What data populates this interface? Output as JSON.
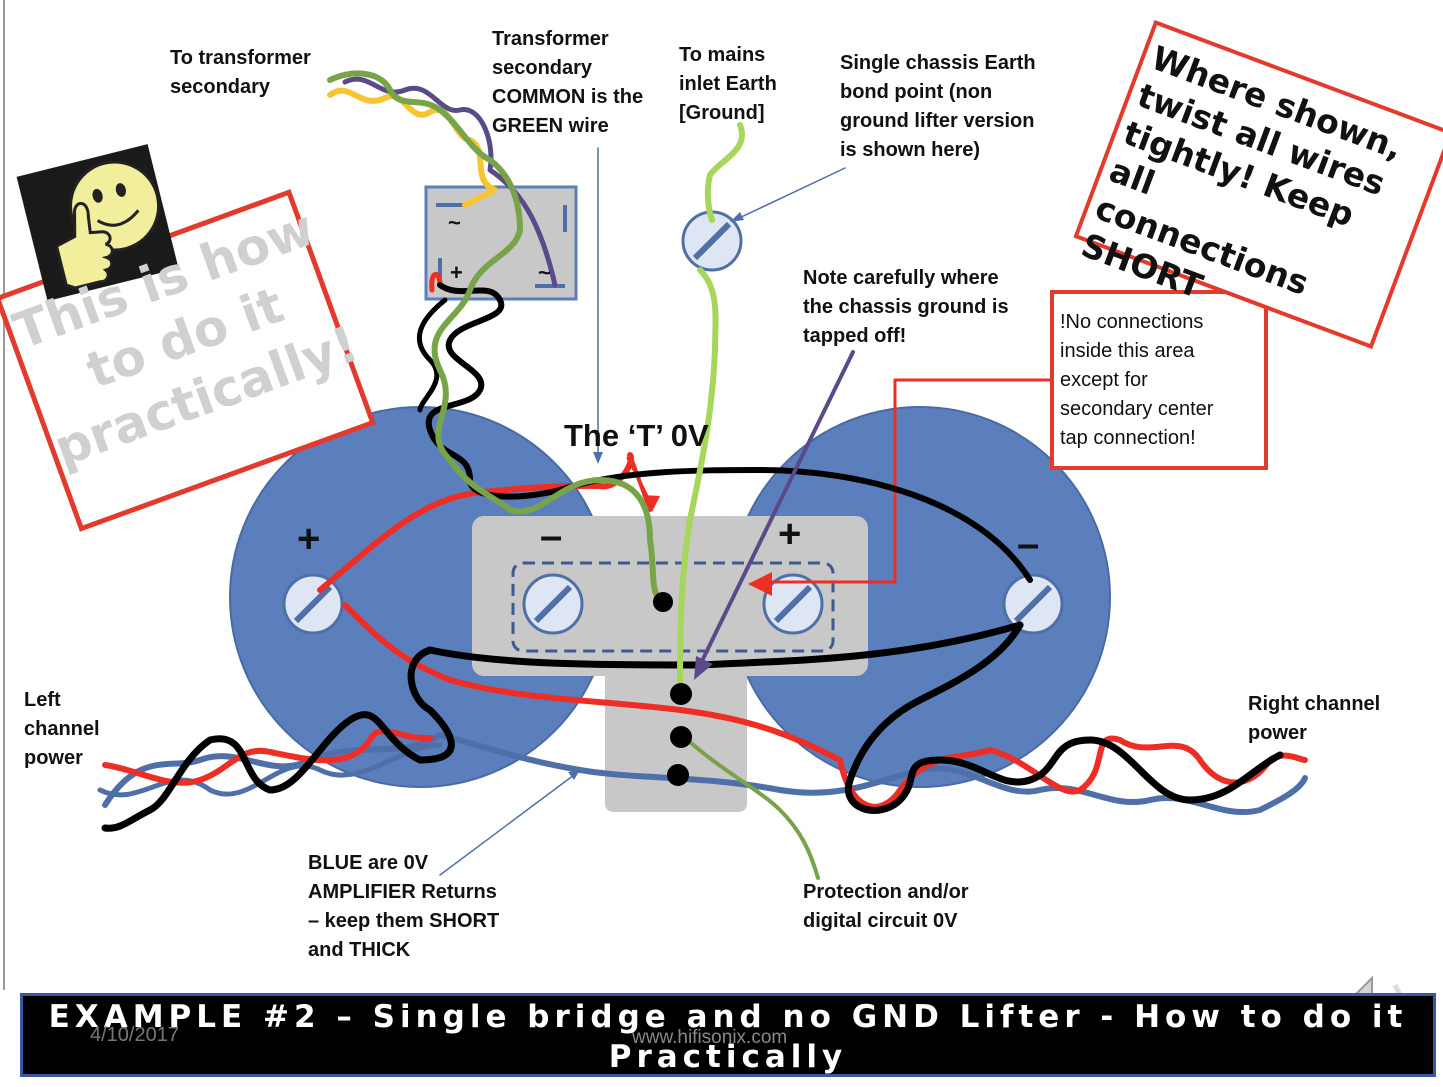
{
  "labels": {
    "to_transformer": [
      "To transformer",
      "secondary"
    ],
    "transformer_common": [
      "Transformer",
      "secondary",
      "COMMON is the",
      "GREEN wire"
    ],
    "mains_inlet": [
      "To mains",
      "inlet Earth",
      "[Ground]"
    ],
    "chassis_bond": [
      "Single chassis Earth",
      "bond point (non",
      "ground lifter version",
      "is shown here)"
    ],
    "note_ground": [
      "Note carefully where",
      "the chassis ground is",
      "tapped off!"
    ],
    "no_connections": [
      "!No connections",
      "inside this area",
      "except for",
      "secondary center",
      "tap connection!"
    ],
    "left_channel": [
      "Left",
      "channel",
      "power"
    ],
    "right_channel": [
      "Right channel",
      "power"
    ],
    "blue_returns": [
      "BLUE are  0V",
      "AMPLIFIER  Returns",
      "– keep them SHORT",
      "and THICK"
    ],
    "protection": [
      "Protection and/or",
      "digital circuit 0V"
    ],
    "tee_0v": "The ‘T’ 0V"
  },
  "stamp": [
    "This is how",
    "to do it",
    "practically!"
  ],
  "twist_note": [
    "Where shown,",
    "twist all wires",
    "tightly! Keep all",
    "connections",
    "SHORT"
  ],
  "polarity": {
    "plus": "+",
    "minus": "–"
  },
  "bridge_symbols": {
    "ac": "~",
    "plus": "+"
  },
  "footer": {
    "title_line1": "EXAMPLE #2 – Single bridge and no GND Lifter - How to do it",
    "title_line2": "Practically",
    "date": "4/10/2017",
    "website": "www.hifisonix.com"
  },
  "colors": {
    "cap_blue": "#5b7fbc",
    "bus_grey": "#c8c8c8",
    "wire_red": "#ee2e24",
    "wire_green": "#77a448",
    "wire_lightgreen": "#a6d65a",
    "wire_blue": "#4f6fa8",
    "wire_purple": "#5a4a8a",
    "wire_yellow": "#f7c531",
    "box_red": "#e23a2c"
  },
  "icons": [
    "thumbs-up-smiley-icon",
    "speaker-icon"
  ]
}
